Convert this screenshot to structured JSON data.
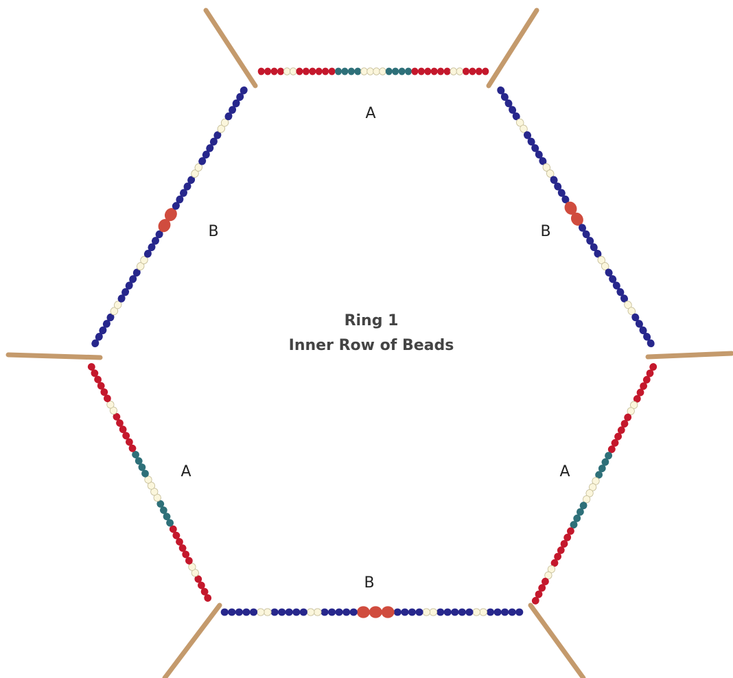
{
  "title": {
    "line1": "Ring 1",
    "line2": "Inner Row of Beads"
  },
  "colors": {
    "stick": "#c49a6c",
    "red": "#c4182c",
    "cream": "#fbf6dc",
    "teal": "#2e7079",
    "navy": "#27278c",
    "coral": "#d04c3e",
    "text": "#222222"
  },
  "sides": [
    {
      "id": "top",
      "label": "A",
      "beads": [
        "red",
        "red",
        "red",
        "red",
        "cream",
        "cream",
        "red",
        "red",
        "red",
        "red",
        "red",
        "red",
        "teal",
        "teal",
        "teal",
        "teal",
        "cream",
        "cream",
        "cream",
        "cream",
        "teal",
        "teal",
        "teal",
        "teal",
        "red",
        "red",
        "red",
        "red",
        "red",
        "red",
        "cream",
        "cream",
        "red",
        "red",
        "red",
        "red"
      ]
    },
    {
      "id": "upper-right",
      "label": "B",
      "beads": [
        "navy",
        "navy",
        "navy",
        "navy",
        "navy",
        "cream",
        "cream",
        "navy",
        "navy",
        "navy",
        "navy",
        "navy",
        "cream",
        "cream",
        "navy",
        "navy",
        "navy",
        "navy",
        "coral",
        "coral",
        "navy",
        "navy",
        "navy",
        "navy",
        "navy",
        "cream",
        "cream",
        "navy",
        "navy",
        "navy",
        "navy",
        "navy",
        "cream",
        "cream",
        "navy",
        "navy",
        "navy",
        "navy",
        "navy"
      ]
    },
    {
      "id": "lower-right",
      "label": "A",
      "beads": [
        "red",
        "red",
        "red",
        "red",
        "red",
        "red",
        "cream",
        "cream",
        "red",
        "red",
        "red",
        "red",
        "red",
        "red",
        "teal",
        "teal",
        "teal",
        "teal",
        "cream",
        "cream",
        "cream",
        "cream",
        "teal",
        "teal",
        "teal",
        "teal",
        "red",
        "red",
        "red",
        "red",
        "red",
        "red",
        "cream",
        "cream",
        "red",
        "red",
        "red",
        "red"
      ]
    },
    {
      "id": "bottom",
      "label": "B",
      "beads": [
        "navy",
        "navy",
        "navy",
        "navy",
        "navy",
        "cream",
        "cream",
        "navy",
        "navy",
        "navy",
        "navy",
        "navy",
        "cream",
        "cream",
        "navy",
        "navy",
        "navy",
        "navy",
        "coral",
        "coral",
        "coral",
        "navy",
        "navy",
        "navy",
        "navy",
        "navy",
        "cream",
        "cream",
        "navy",
        "navy",
        "navy",
        "navy",
        "navy",
        "cream",
        "cream",
        "navy",
        "navy",
        "navy",
        "navy",
        "navy"
      ]
    },
    {
      "id": "lower-left",
      "label": "A",
      "beads": [
        "red",
        "red",
        "red",
        "red",
        "cream",
        "cream",
        "red",
        "red",
        "red",
        "red",
        "red",
        "red",
        "teal",
        "teal",
        "teal",
        "teal",
        "cream",
        "cream",
        "cream",
        "cream",
        "teal",
        "teal",
        "teal",
        "teal",
        "red",
        "red",
        "red",
        "red",
        "red",
        "red",
        "cream",
        "cream",
        "red",
        "red",
        "red",
        "red",
        "red",
        "red"
      ]
    },
    {
      "id": "upper-left",
      "label": "B",
      "beads": [
        "navy",
        "navy",
        "navy",
        "navy",
        "navy",
        "cream",
        "cream",
        "navy",
        "navy",
        "navy",
        "navy",
        "navy",
        "cream",
        "cream",
        "navy",
        "navy",
        "navy",
        "navy",
        "coral",
        "coral",
        "navy",
        "navy",
        "navy",
        "navy",
        "navy",
        "cream",
        "cream",
        "navy",
        "navy",
        "navy",
        "navy",
        "navy",
        "cream",
        "cream",
        "navy",
        "navy",
        "navy",
        "navy",
        "navy"
      ]
    }
  ]
}
